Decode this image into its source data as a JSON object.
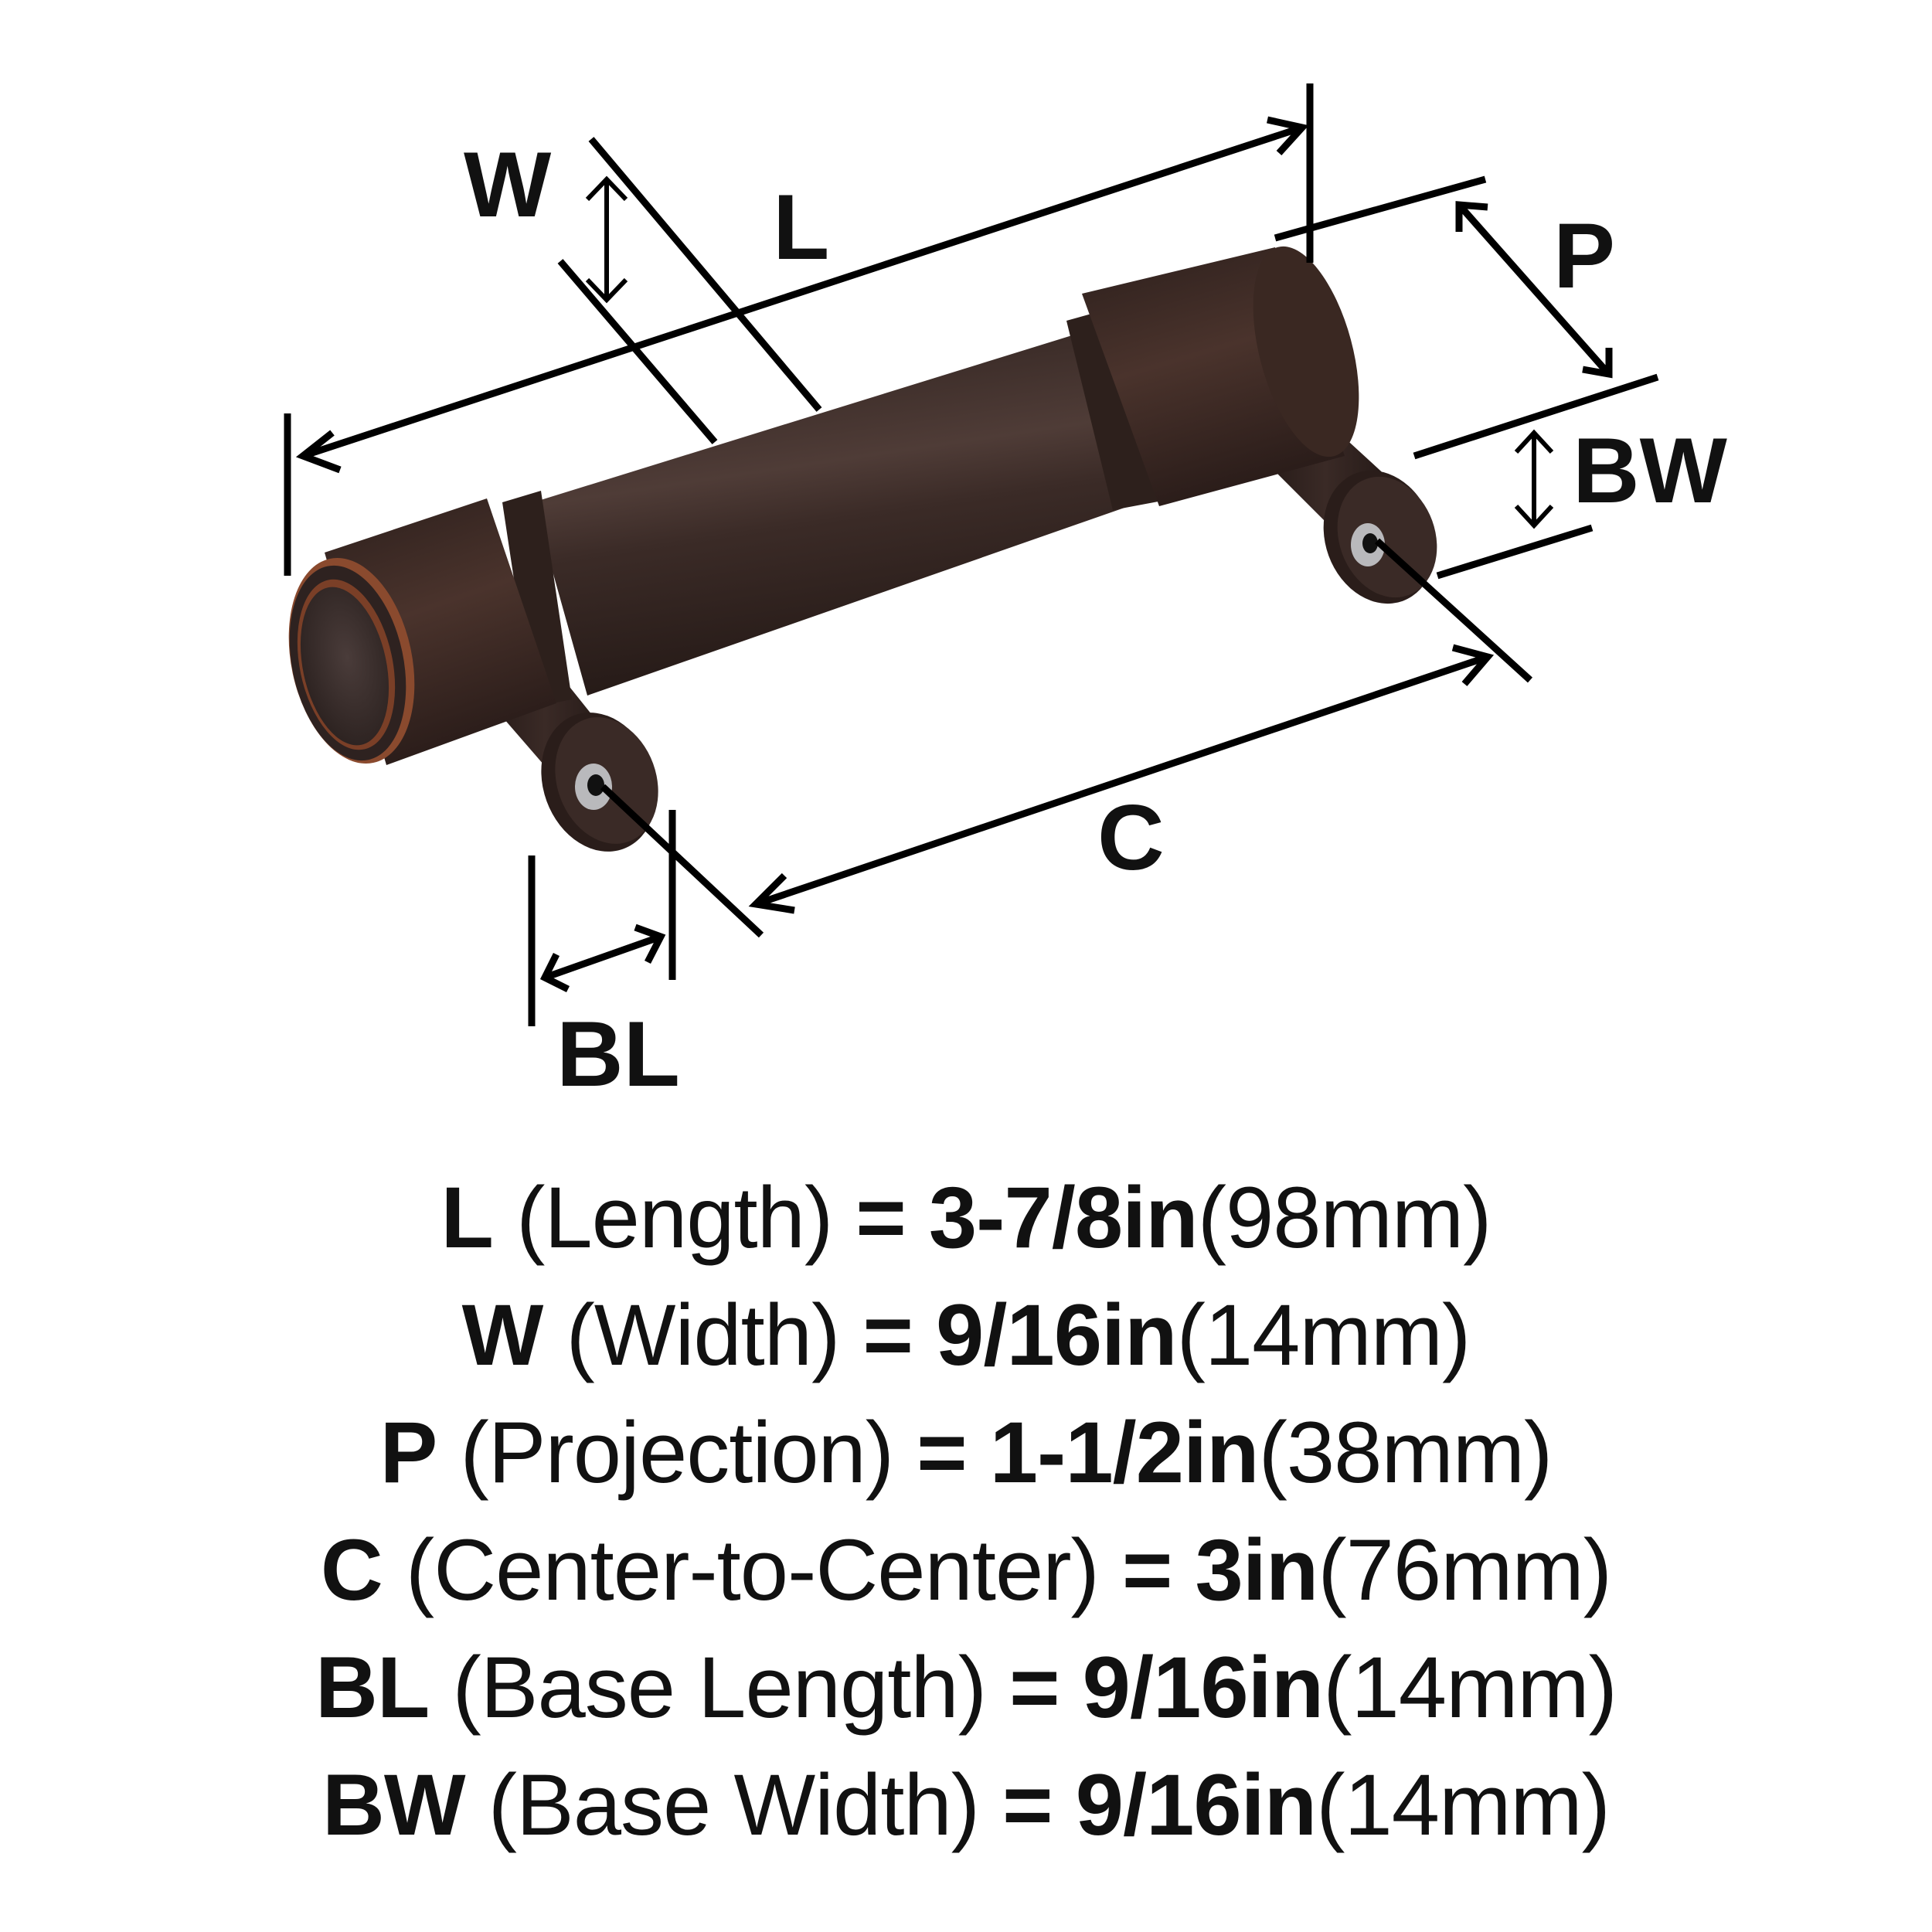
{
  "diagram": {
    "subject": "cabinet bar pull",
    "finish_colors": {
      "base": "#3a2a26",
      "highlight": "#5a443f",
      "copper_edge": "#8a4a2e",
      "shadow": "#1f1513",
      "screw": "#b9b9bc"
    },
    "labels": {
      "W": "W",
      "L": "L",
      "P": "P",
      "BW": "BW",
      "C": "C",
      "BL": "BL"
    }
  },
  "specs": [
    {
      "abbr": "L",
      "desc": "(Length)",
      "imperial": "3-7/8in",
      "metric": "(98mm)"
    },
    {
      "abbr": "W",
      "desc": "(Width)",
      "imperial": "9/16in",
      "metric": "(14mm)"
    },
    {
      "abbr": "P",
      "desc": "(Projection)",
      "imperial": "1-1/2in",
      "metric": "(38mm)"
    },
    {
      "abbr": "C",
      "desc": "(Center-to-Center)",
      "imperial": "3in",
      "metric": "(76mm)"
    },
    {
      "abbr": "BL",
      "desc": "(Base Length)",
      "imperial": "9/16in",
      "metric": "(14mm)"
    },
    {
      "abbr": "BW",
      "desc": "(Base Width)",
      "imperial": "9/16in",
      "metric": "(14mm)"
    }
  ],
  "equals": "="
}
